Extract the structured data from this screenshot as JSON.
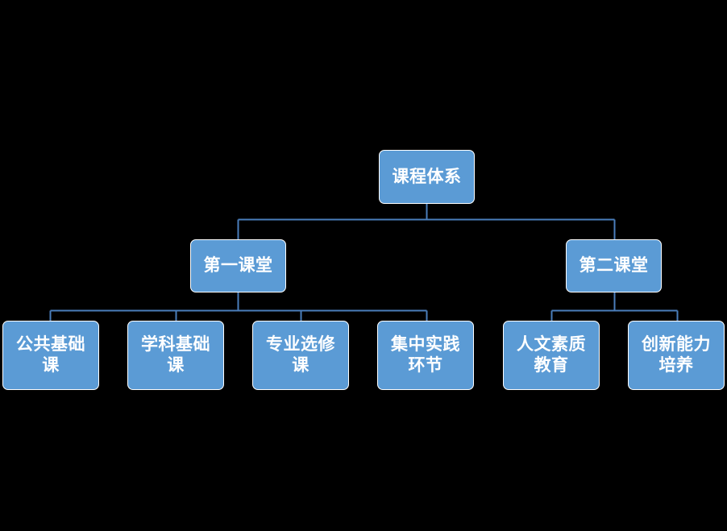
{
  "diagram": {
    "title": "课程体系",
    "type": "organization-tree",
    "background_color": "#000000",
    "node_fill_color": "#5B9BD5",
    "node_border_color": "#FFFFFF",
    "node_text_color": "#FFFFFF",
    "connector_color": "#4A7EBB",
    "root": {
      "label": "课程体系"
    },
    "branches": [
      {
        "label": "第一课堂",
        "children": [
          {
            "label": "公共基础\n课"
          },
          {
            "label": "学科基础\n课"
          },
          {
            "label": "专业选修\n课"
          },
          {
            "label": "集中实践\n环节"
          }
        ]
      },
      {
        "label": "第二课堂",
        "children": [
          {
            "label": "人文素质\n教育"
          },
          {
            "label": "创新能力\n培养"
          }
        ]
      }
    ]
  }
}
